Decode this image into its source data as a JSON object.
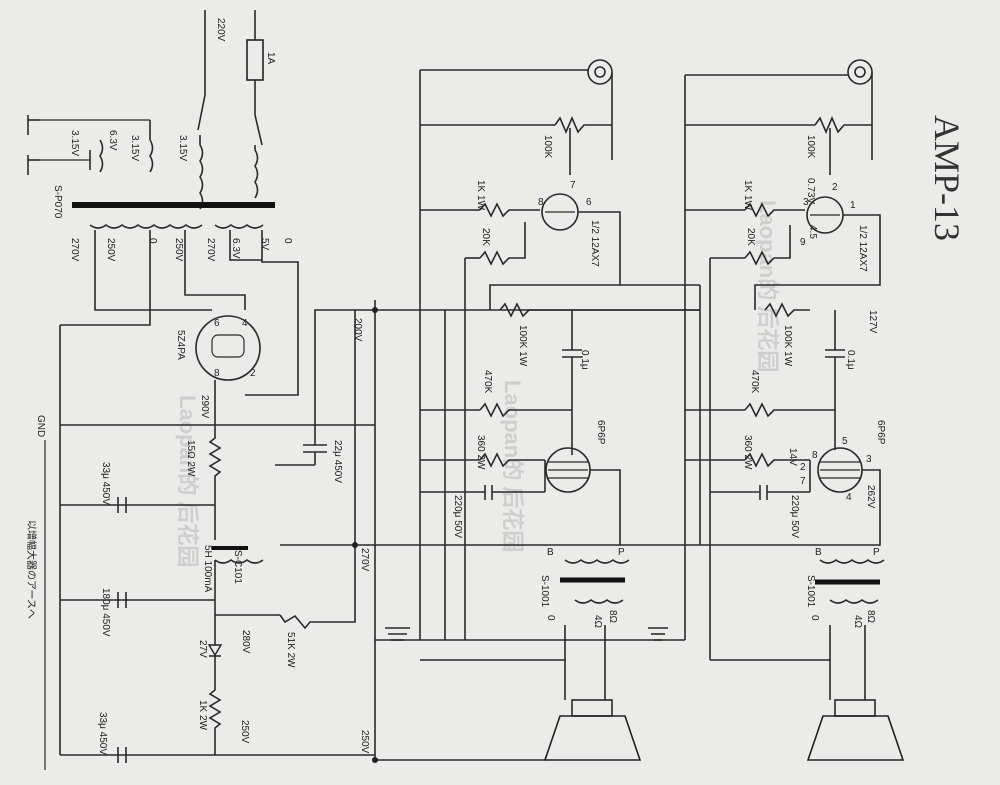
{
  "title": "AMP-13",
  "watermark": "Laopan的 后花园",
  "power": {
    "mains": "220V",
    "fuse": "1A",
    "transformer": "S-P070",
    "primary_taps": [
      "3.15V",
      "3.15V"
    ],
    "filament_taps": [
      "6.3V",
      "3.15V"
    ],
    "secondary": [
      "270V",
      "250V",
      "0",
      "250V",
      "270V",
      "6.3V",
      "5V",
      "0"
    ],
    "rectifier": "5Z4PA",
    "rectifier_pins": [
      "6",
      "4",
      "8",
      "2"
    ],
    "b_plus_1": "290V",
    "r1": "15Ω 2W",
    "c1": "33μ 450V",
    "choke": "S-C101",
    "choke_spec": "5H 100mA",
    "c2": "180μ 450V",
    "b_plus_2": "280V",
    "zener": "27V",
    "r2": "1K 2W",
    "c3": "33μ 450V",
    "b_plus_3": "250V",
    "r3": "51K 2W",
    "c4": "22μ 450V",
    "b_plus_4": "200V",
    "v_270": "270V",
    "gnd": "GND",
    "note": "以增幅大器のアースへ"
  },
  "channel_left": {
    "volume": "100K",
    "r_grid": "1K 1W",
    "r_cath": "20K",
    "tube1": "1/2 12AX7",
    "tube1_pins": [
      "7",
      "8",
      "6"
    ],
    "r_plate": "100K 1W",
    "coupling_cap": "0.1μ",
    "r_grid2": "470K",
    "r_cath2": "360 2W",
    "c_cath2": "220μ 50V",
    "tube2": "6P6P",
    "out_tf": "S-1001",
    "tf_taps": [
      "B",
      "P",
      "0",
      "8Ω",
      "4Ω"
    ]
  },
  "channel_right": {
    "volume": "100K",
    "r_grid": "1K 1W",
    "r_cath": "20K",
    "v_cath1": "0.73V",
    "v_grid": "4.5",
    "tube1": "1/2 12AX7",
    "tube1_pins": [
      "2",
      "3",
      "1",
      "9"
    ],
    "v_plate1": "127V",
    "r_plate": "100K 1W",
    "coupling_cap": "0.1μ",
    "r_grid2": "470K",
    "r_cath2": "360 2W",
    "v_cath2": "14V",
    "c_cath2": "220μ 50V",
    "tube2": "6P6P",
    "tube2_pins": [
      "5",
      "3",
      "8",
      "2",
      "7",
      "4"
    ],
    "v_plate2": "262V",
    "out_tf": "S-1001",
    "tf_taps": [
      "B",
      "P",
      "0",
      "8Ω",
      "4Ω"
    ]
  }
}
